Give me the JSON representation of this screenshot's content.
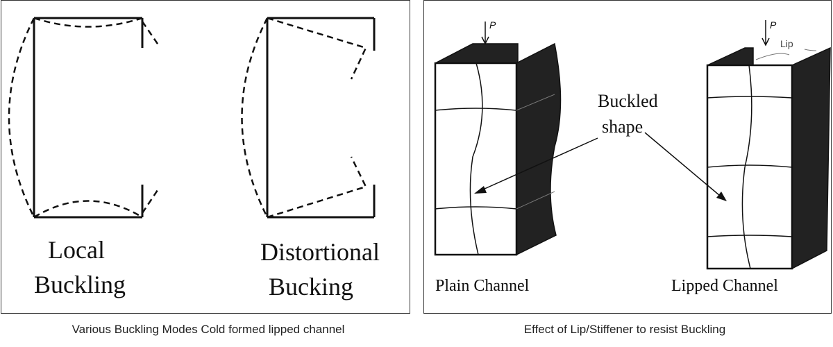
{
  "left_panel": {
    "local_label_line1": "Local",
    "local_label_line2": "Buckling",
    "distortional_label_line1": "Distortional",
    "distortional_label_line2": "Bucking",
    "caption": "Various Buckling Modes Cold formed lipped channel"
  },
  "right_panel": {
    "load_label_left": "P",
    "load_label_right": "P",
    "lip_label": "Lip",
    "buckled_line1": "Buckled",
    "buckled_line2": "shape",
    "plain_label": "Plain Channel",
    "lipped_label": "Lipped Channel",
    "caption": "Effect of Lip/Stiffener to resist Buckling"
  }
}
